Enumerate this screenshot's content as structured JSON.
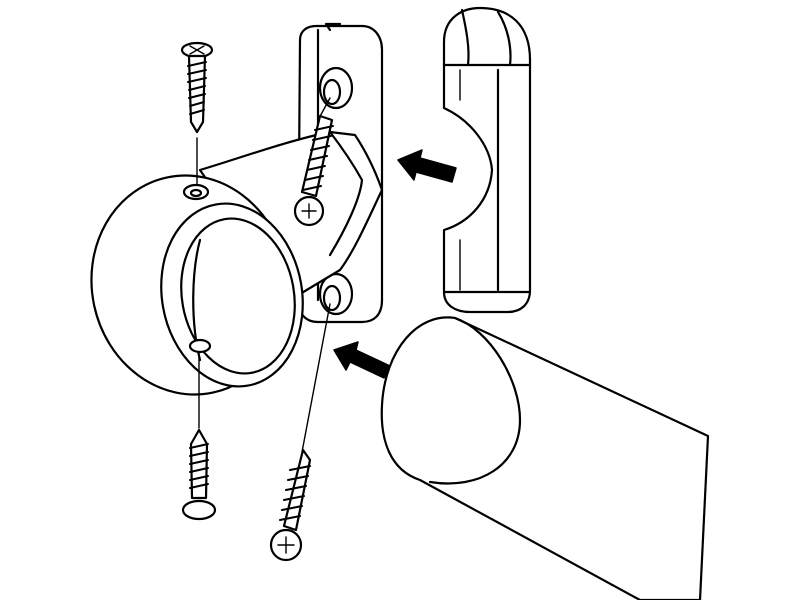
{
  "figure": {
    "ink_color": "#000000",
    "paper_color": "#ffffff",
    "parts": [
      "rod-socket-bracket",
      "wall-plate",
      "end-cap-cover",
      "closet-rod",
      "wood-screw",
      "wood-screw",
      "wood-screw",
      "wood-screw"
    ],
    "arrows": [
      "arrow-insert-cover",
      "arrow-insert-rod"
    ]
  }
}
